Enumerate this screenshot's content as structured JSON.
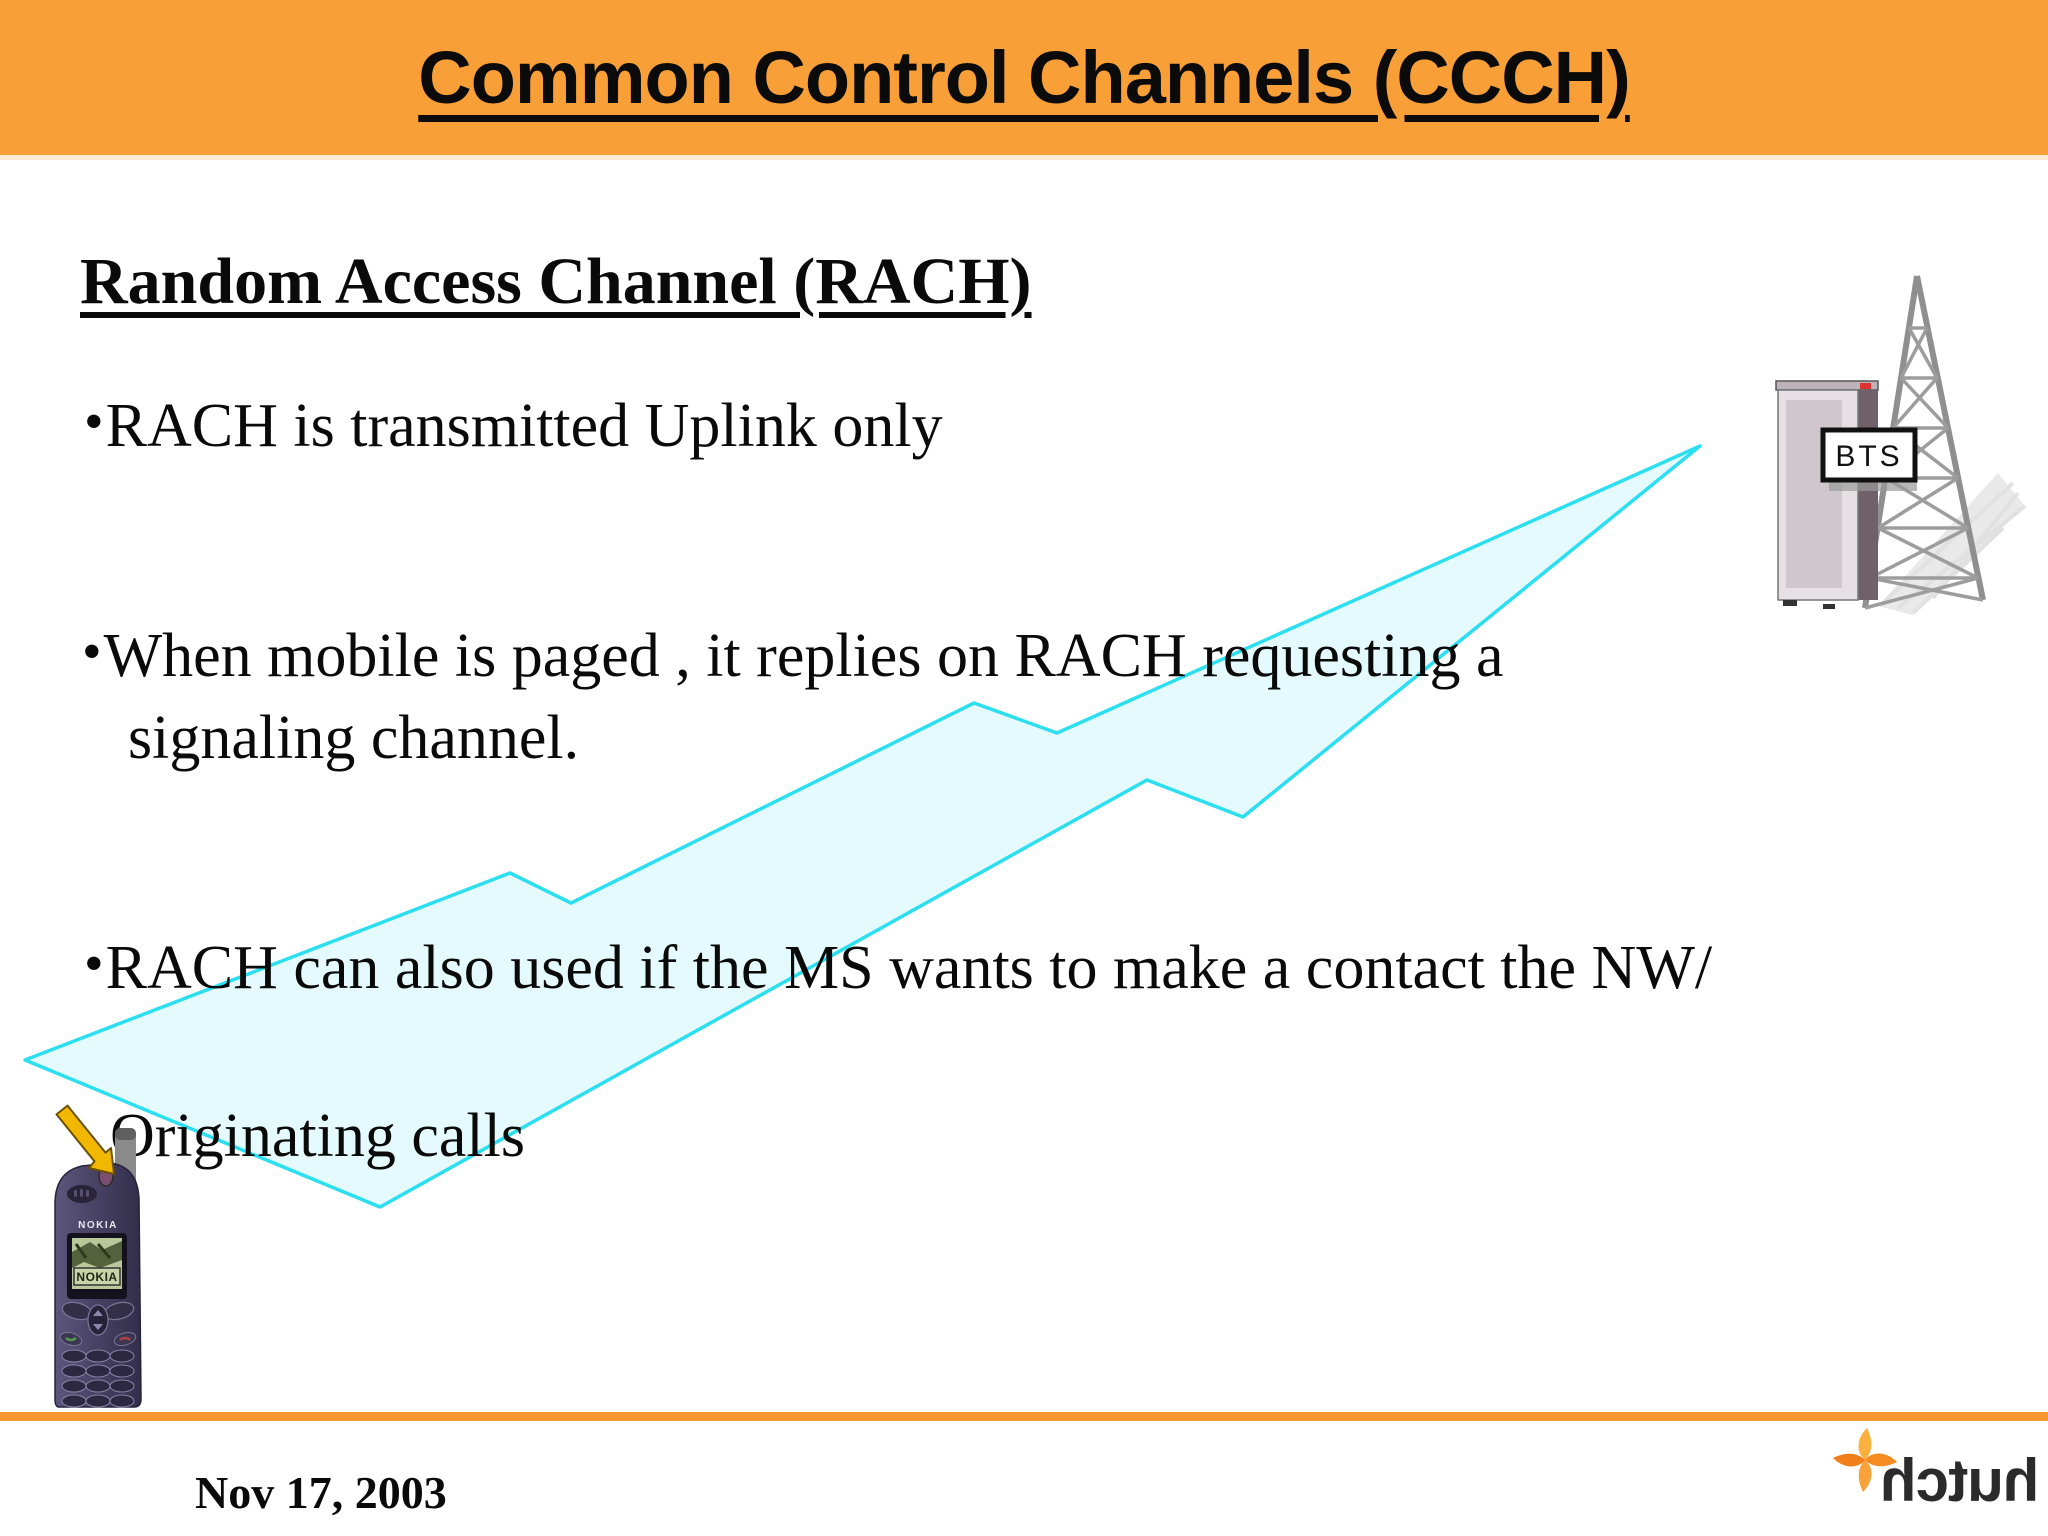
{
  "header": {
    "title": "Common Control Channels (CCCH)"
  },
  "body": {
    "heading": "Random Access Channel (RACH)",
    "bullet_char": "•",
    "bullets": [
      {
        "line1": "RACH is transmitted Uplink only"
      },
      {
        "line1": "When mobile is paged , it replies on RACH requesting a",
        "line2": "signaling channel."
      },
      {
        "line1": "RACH can also used if the MS wants to make a contact the NW/"
      }
    ],
    "continuation": "Originating calls"
  },
  "graphics": {
    "bts_label": "BTS",
    "phone_brand": "NOKIA",
    "phone_screen_brand": "NOKIA"
  },
  "footer": {
    "date": "Nov 17, 2003",
    "logo_text": "hutch"
  },
  "colors": {
    "header_orange": "#F99F38",
    "footer_rule_orange": "#F6982F",
    "bolt_stroke_cyan": "#2BDFF0",
    "bolt_fill_cyan": "#E4FAFC",
    "arrow_yellow": "#F2B800",
    "phone_body_purple": "#4A4566",
    "phone_screen_green": "#BAC79A",
    "logo_orange": "#F68B1F",
    "text_black": "#0A0A0A"
  }
}
